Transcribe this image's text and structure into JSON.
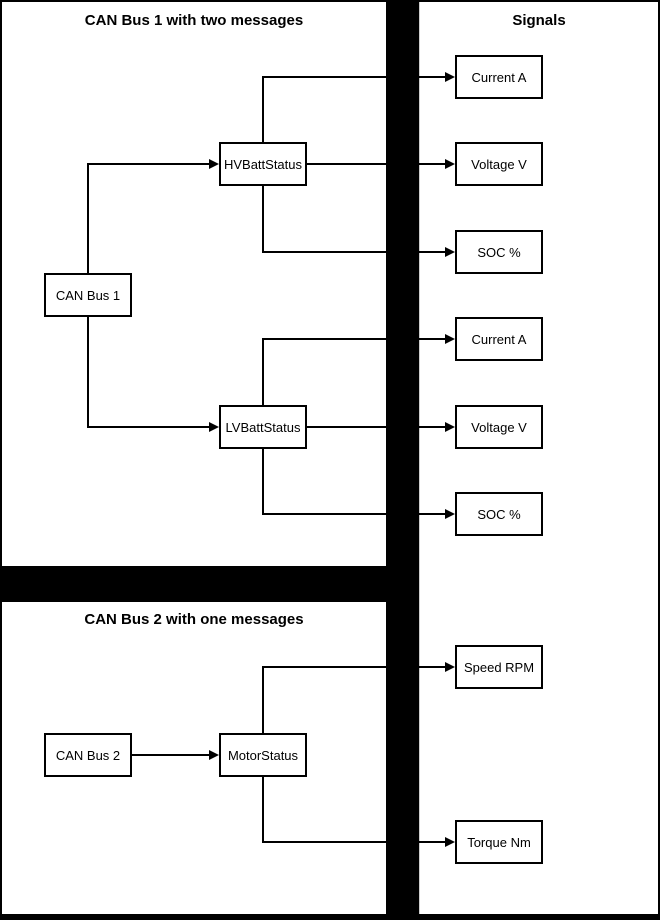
{
  "colors": {
    "background": "#000000",
    "panel_fill": "#ffffff",
    "line": "#000000",
    "text": "#000000"
  },
  "panels": {
    "can_bus_1": {
      "title": "CAN Bus 1 with two messages"
    },
    "can_bus_2": {
      "title": "CAN Bus 2 with one messages"
    },
    "signals": {
      "title": "Signals"
    }
  },
  "nodes": {
    "can_bus_1": {
      "label": "CAN Bus 1"
    },
    "hv_batt_status": {
      "label": "HVBattStatus"
    },
    "lv_batt_status": {
      "label": "LVBattStatus"
    },
    "can_bus_2": {
      "label": "CAN Bus 2"
    },
    "motor_status": {
      "label": "MotorStatus"
    }
  },
  "signals": {
    "hv": [
      "Current A",
      "Voltage V",
      "SOC %"
    ],
    "lv": [
      "Current A",
      "Voltage V",
      "SOC %"
    ],
    "motor": [
      "Speed RPM",
      "Torque Nm"
    ]
  },
  "edges": [
    {
      "from": "CAN Bus 1",
      "to": "HVBattStatus"
    },
    {
      "from": "CAN Bus 1",
      "to": "LVBattStatus"
    },
    {
      "from": "HVBattStatus",
      "to": "Current A"
    },
    {
      "from": "HVBattStatus",
      "to": "Voltage V"
    },
    {
      "from": "HVBattStatus",
      "to": "SOC %"
    },
    {
      "from": "LVBattStatus",
      "to": "Current A"
    },
    {
      "from": "LVBattStatus",
      "to": "Voltage V"
    },
    {
      "from": "LVBattStatus",
      "to": "SOC %"
    },
    {
      "from": "CAN Bus 2",
      "to": "MotorStatus"
    },
    {
      "from": "MotorStatus",
      "to": "Speed RPM"
    },
    {
      "from": "MotorStatus",
      "to": "Torque Nm"
    }
  ]
}
